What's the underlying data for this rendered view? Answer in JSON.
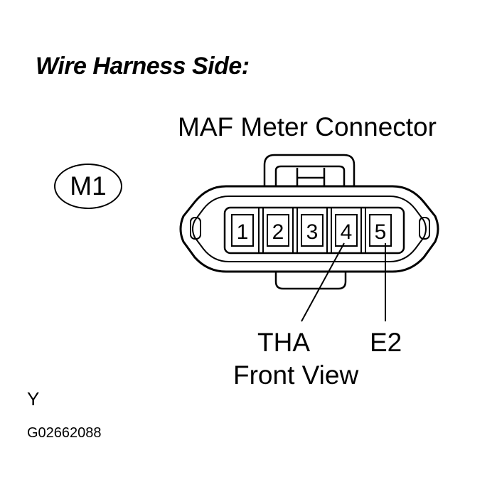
{
  "title": "Wire Harness Side:",
  "connector": {
    "name": "MAF Meter Connector",
    "code": "M1",
    "pins": [
      {
        "number": "1"
      },
      {
        "number": "2"
      },
      {
        "number": "3"
      },
      {
        "number": "4",
        "signal": "THA"
      },
      {
        "number": "5",
        "signal": "E2"
      }
    ],
    "view": "Front View"
  },
  "footer": {
    "code": "Y",
    "figure_id": "G02662088"
  }
}
